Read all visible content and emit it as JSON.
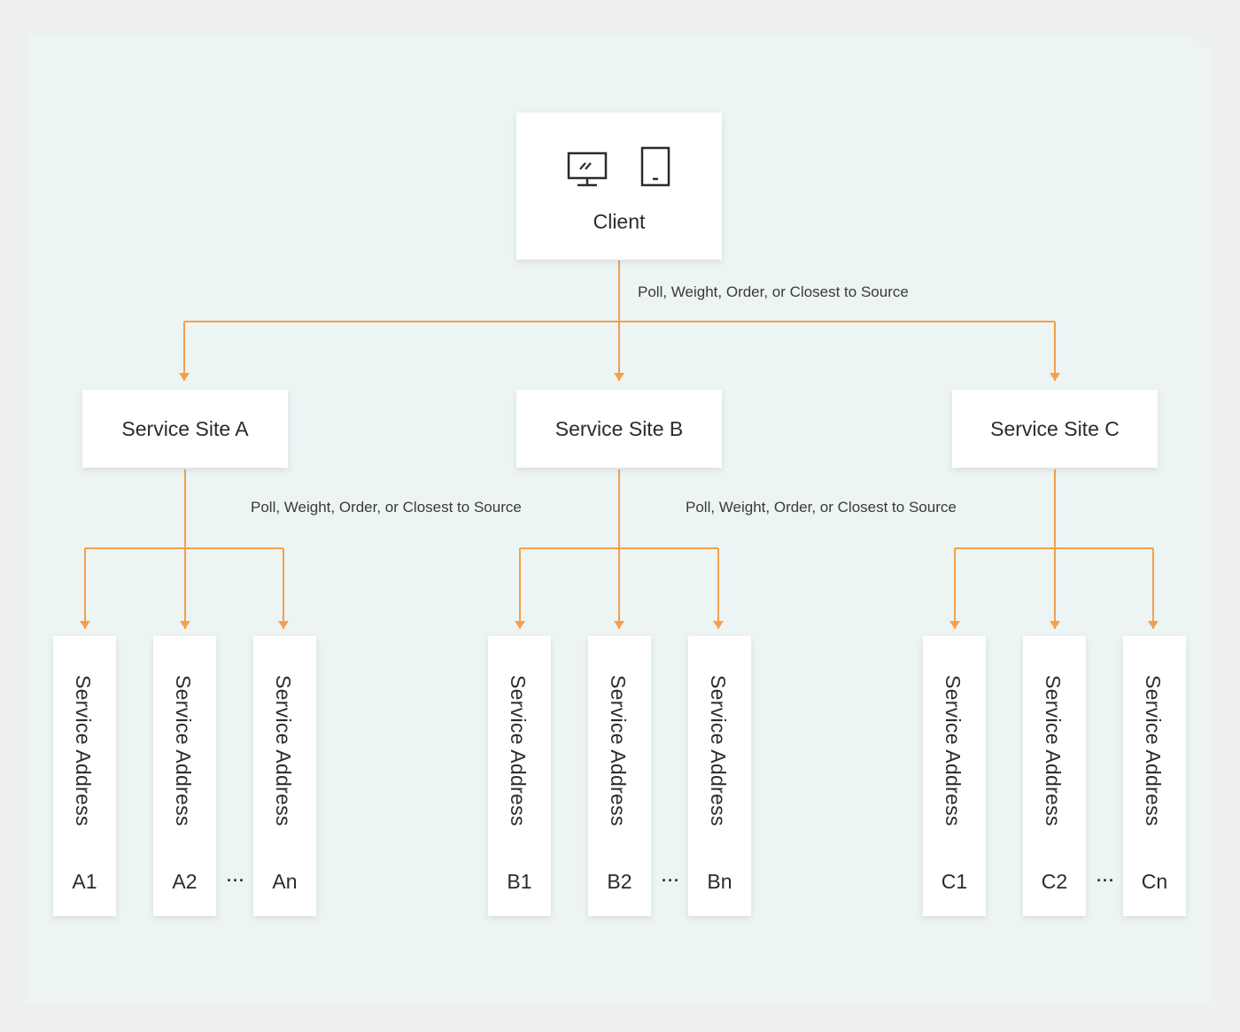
{
  "client": {
    "label": "Client",
    "icons": [
      "monitor-icon",
      "phone-icon"
    ]
  },
  "top_caption": "Poll, Weight, Order, or Closest to Source",
  "site_caption_a": "Poll, Weight, Order, or Closest to Source",
  "site_caption_b": "Poll, Weight, Order, or Closest to Source",
  "sites": [
    {
      "label": "Service Site A",
      "addresses": [
        {
          "text": "Service Address",
          "id": "A1"
        },
        {
          "text": "Service Address",
          "id": "A2"
        },
        {
          "text": "Service Address",
          "id": "An"
        }
      ]
    },
    {
      "label": "Service Site B",
      "addresses": [
        {
          "text": "Service Address",
          "id": "B1"
        },
        {
          "text": "Service Address",
          "id": "B2"
        },
        {
          "text": "Service Address",
          "id": "Bn"
        }
      ]
    },
    {
      "label": "Service Site C",
      "addresses": [
        {
          "text": "Service Address",
          "id": "C1"
        },
        {
          "text": "Service Address",
          "id": "C2"
        },
        {
          "text": "Service Address",
          "id": "Cn"
        }
      ]
    }
  ],
  "ellipsis": "···",
  "colors": {
    "connector": "#f4a04a",
    "card": "#ffffff",
    "canvas": "#edf4f4",
    "page": "#eeeff0",
    "text": "#2b2b2b"
  }
}
